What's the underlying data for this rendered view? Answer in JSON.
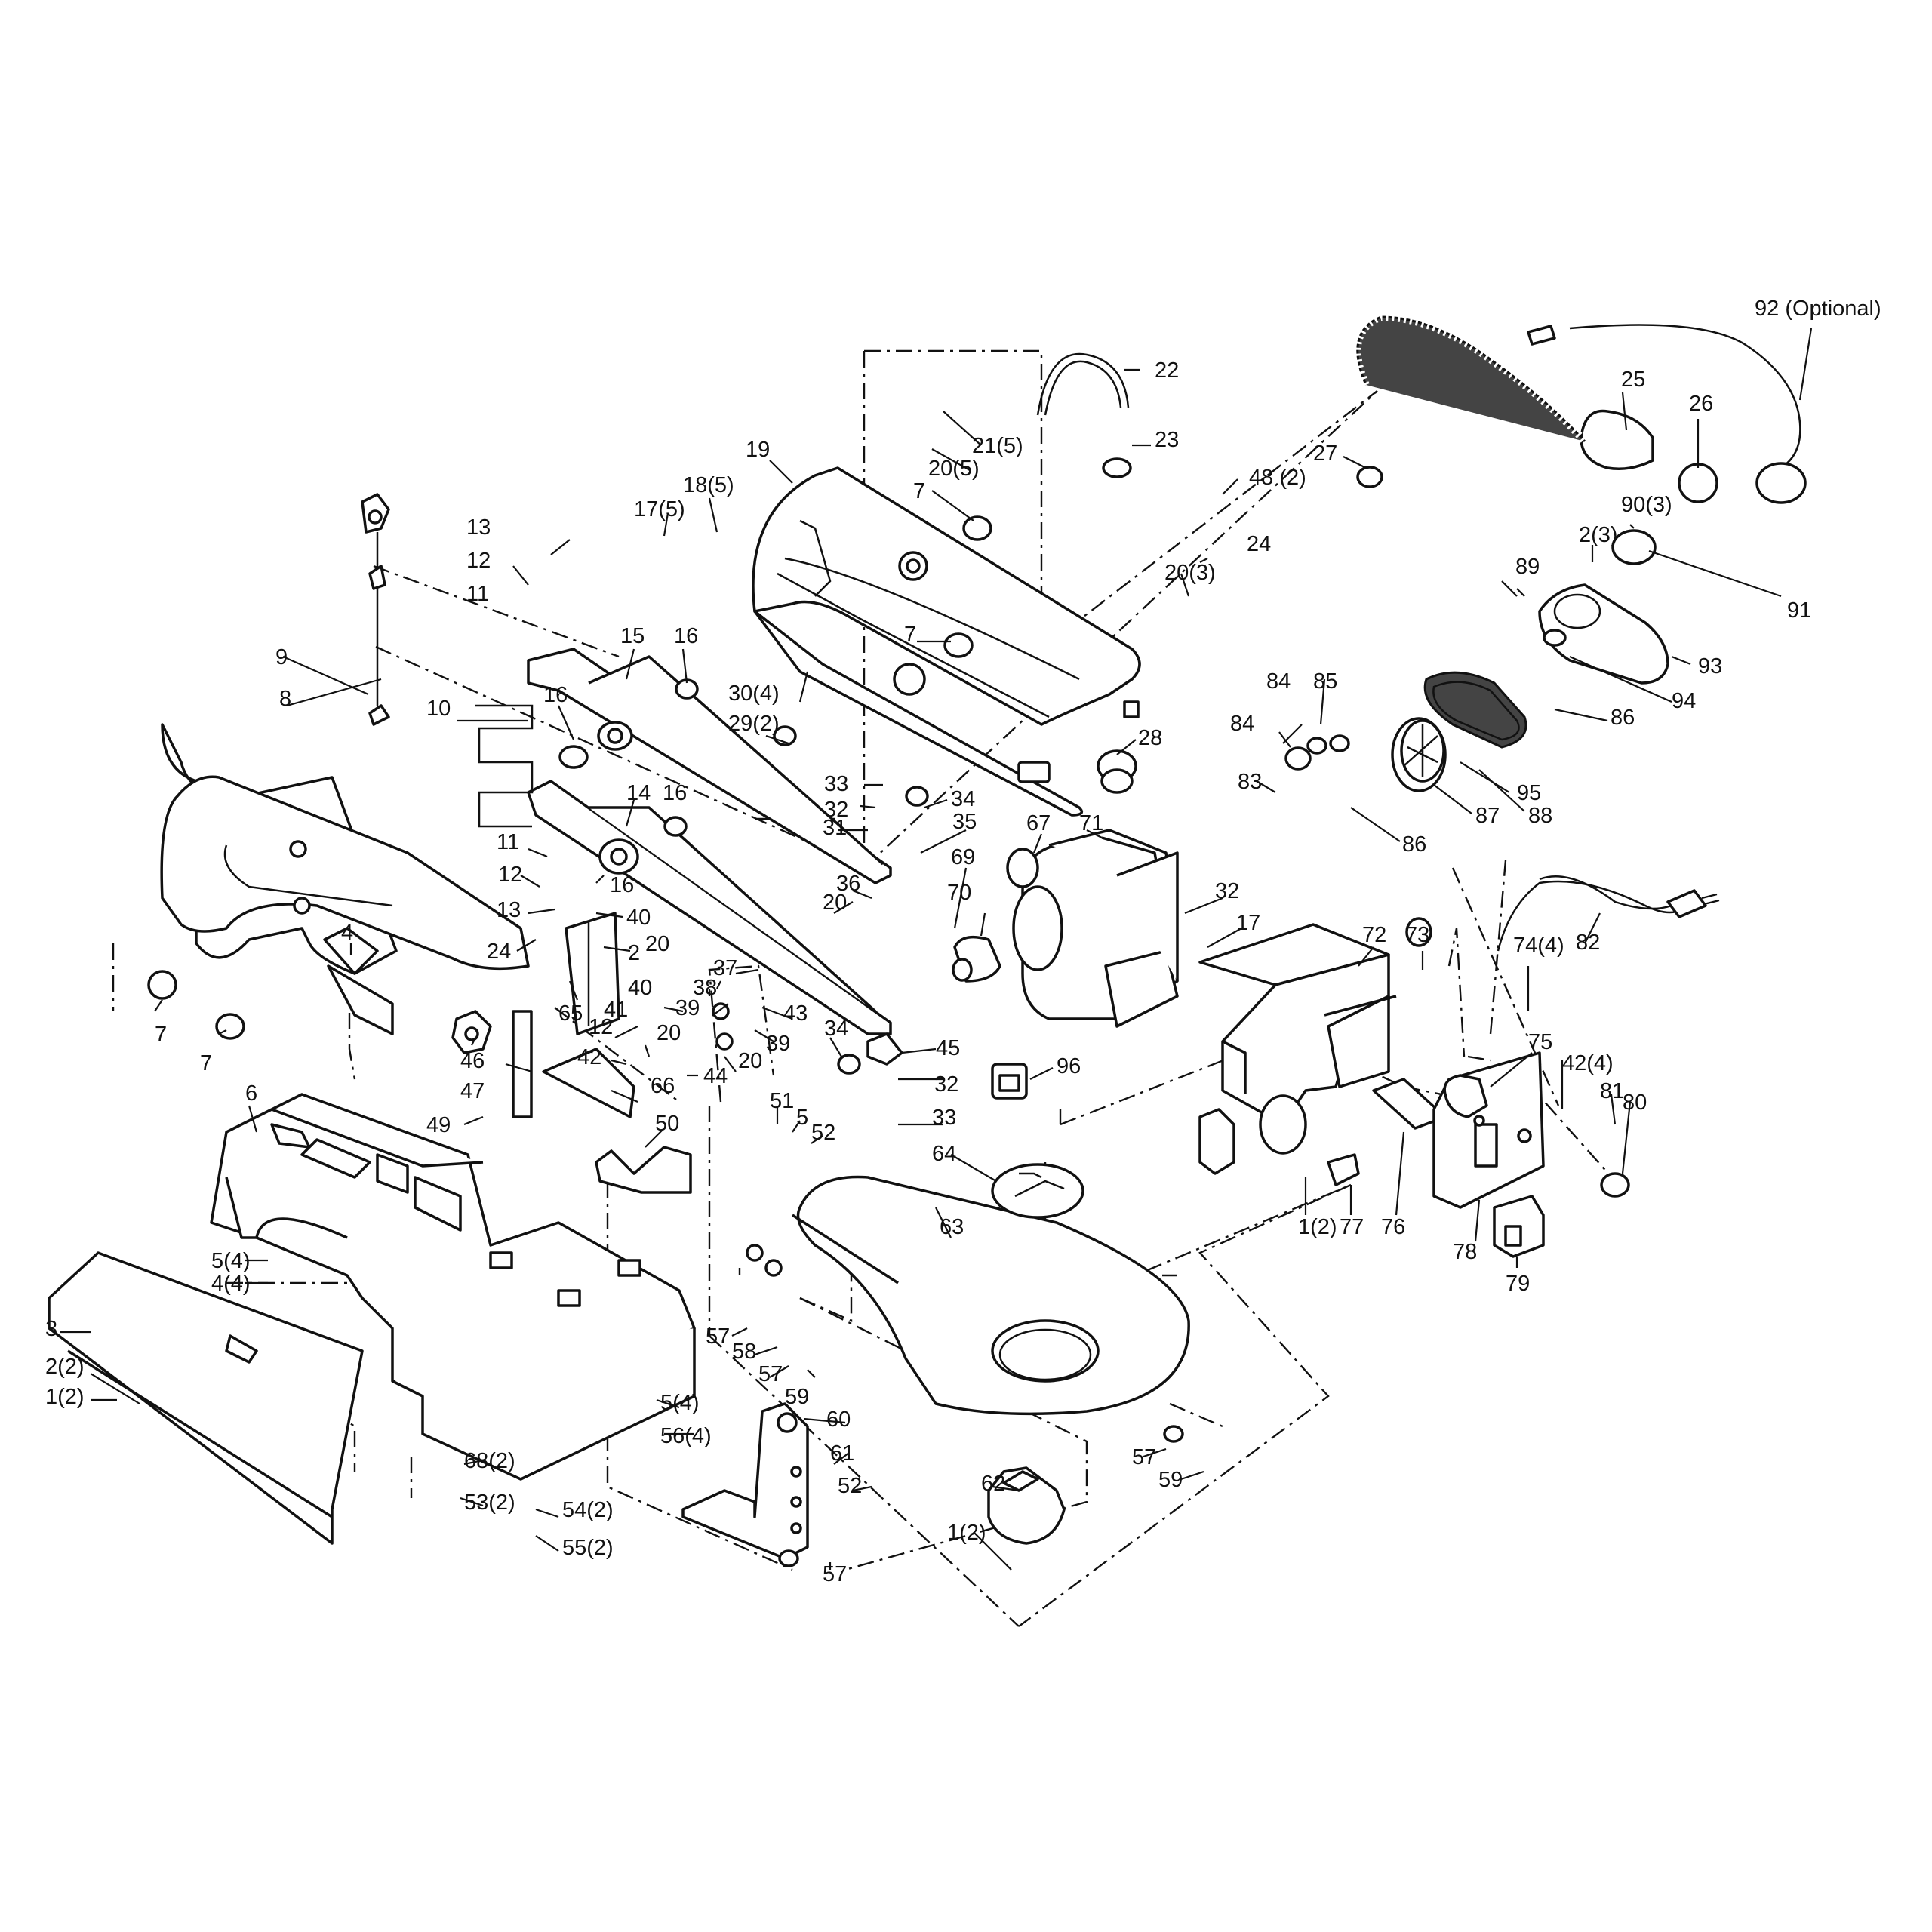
{
  "diagram": {
    "labels": [
      {
        "id": "l1",
        "text": "92 (Optional)"
      },
      {
        "id": "l2",
        "text": "22"
      },
      {
        "id": "l3",
        "text": "25"
      },
      {
        "id": "l4",
        "text": "26"
      },
      {
        "id": "l5",
        "text": "23"
      },
      {
        "id": "l6",
        "text": "21(5)"
      },
      {
        "id": "l7",
        "text": "20(5)"
      },
      {
        "id": "l8",
        "text": "19"
      },
      {
        "id": "l9",
        "text": "27"
      },
      {
        "id": "l10",
        "text": "48 (2)"
      },
      {
        "id": "l11",
        "text": "18(5)"
      },
      {
        "id": "l12",
        "text": "7"
      },
      {
        "id": "l13",
        "text": "17(5)"
      },
      {
        "id": "l14",
        "text": "90(3)"
      },
      {
        "id": "l15",
        "text": "2(3)"
      },
      {
        "id": "l16",
        "text": "20(3)"
      },
      {
        "id": "l17",
        "text": "24"
      },
      {
        "id": "l18",
        "text": "91"
      },
      {
        "id": "l19",
        "text": "13"
      },
      {
        "id": "l20",
        "text": "12"
      },
      {
        "id": "l21",
        "text": "89"
      },
      {
        "id": "l22",
        "text": "11"
      },
      {
        "id": "l23",
        "text": "7"
      },
      {
        "id": "l24",
        "text": "93"
      },
      {
        "id": "l25",
        "text": "9"
      },
      {
        "id": "l26",
        "text": "15"
      },
      {
        "id": "l27",
        "text": "16"
      },
      {
        "id": "l28",
        "text": "85"
      },
      {
        "id": "l29",
        "text": "84"
      },
      {
        "id": "l30",
        "text": "94"
      },
      {
        "id": "l31",
        "text": "30(4)"
      },
      {
        "id": "l32",
        "text": "86"
      },
      {
        "id": "l33",
        "text": "8"
      },
      {
        "id": "l34",
        "text": "10"
      },
      {
        "id": "l35",
        "text": "16"
      },
      {
        "id": "l36",
        "text": "29(2)"
      },
      {
        "id": "l37",
        "text": "28"
      },
      {
        "id": "l38",
        "text": "84"
      },
      {
        "id": "l39",
        "text": "95"
      },
      {
        "id": "l40",
        "text": "83"
      },
      {
        "id": "l41",
        "text": "33"
      },
      {
        "id": "l42",
        "text": "32"
      },
      {
        "id": "l43",
        "text": "34"
      },
      {
        "id": "l44",
        "text": "88"
      },
      {
        "id": "l45",
        "text": "14"
      },
      {
        "id": "l46",
        "text": "16"
      },
      {
        "id": "l47",
        "text": "31"
      },
      {
        "id": "l48",
        "text": "87"
      },
      {
        "id": "l49",
        "text": "67"
      },
      {
        "id": "l50",
        "text": "71"
      },
      {
        "id": "l51",
        "text": "35"
      },
      {
        "id": "l52",
        "text": "86"
      },
      {
        "id": "l53",
        "text": "11"
      },
      {
        "id": "l54",
        "text": "69"
      },
      {
        "id": "l55",
        "text": "12"
      },
      {
        "id": "l56",
        "text": "16"
      },
      {
        "id": "l57",
        "text": "36"
      },
      {
        "id": "l58",
        "text": "32"
      },
      {
        "id": "l59",
        "text": "82"
      },
      {
        "id": "l60",
        "text": "13"
      },
      {
        "id": "l61",
        "text": "40"
      },
      {
        "id": "l62",
        "text": "70"
      },
      {
        "id": "l63",
        "text": "17"
      },
      {
        "id": "l64",
        "text": "72"
      },
      {
        "id": "l65",
        "text": "73"
      },
      {
        "id": "l66",
        "text": "4"
      },
      {
        "id": "l67",
        "text": "24"
      },
      {
        "id": "l68",
        "text": "20"
      },
      {
        "id": "l69",
        "text": "20"
      },
      {
        "id": "l70",
        "text": "74(4)"
      },
      {
        "id": "l71",
        "text": "2"
      },
      {
        "id": "l72",
        "text": "37"
      },
      {
        "id": "l73",
        "text": "38"
      },
      {
        "id": "l74",
        "text": "7"
      },
      {
        "id": "l75",
        "text": "39"
      },
      {
        "id": "l76",
        "text": "20"
      },
      {
        "id": "l77",
        "text": "40"
      },
      {
        "id": "l78",
        "text": "43"
      },
      {
        "id": "l79",
        "text": "65"
      },
      {
        "id": "l80",
        "text": "12"
      },
      {
        "id": "l81",
        "text": "41"
      },
      {
        "id": "l82",
        "text": "7"
      },
      {
        "id": "l83",
        "text": "46"
      },
      {
        "id": "l84",
        "text": "42"
      },
      {
        "id": "l85",
        "text": "39"
      },
      {
        "id": "l86",
        "text": "20"
      },
      {
        "id": "l87",
        "text": "34"
      },
      {
        "id": "l88",
        "text": "45"
      },
      {
        "id": "l89",
        "text": "75"
      },
      {
        "id": "l90",
        "text": "42(4)"
      },
      {
        "id": "l91",
        "text": "47"
      },
      {
        "id": "l92",
        "text": "44"
      },
      {
        "id": "l93",
        "text": "96"
      },
      {
        "id": "l94",
        "text": "66"
      },
      {
        "id": "l95",
        "text": "32"
      },
      {
        "id": "l96",
        "text": "81"
      },
      {
        "id": "l97",
        "text": "80"
      },
      {
        "id": "l98",
        "text": "6"
      },
      {
        "id": "l99",
        "text": "51"
      },
      {
        "id": "l100",
        "text": "5"
      },
      {
        "id": "l101",
        "text": "52"
      },
      {
        "id": "l102",
        "text": "33"
      },
      {
        "id": "l103",
        "text": "49"
      },
      {
        "id": "l104",
        "text": "50"
      },
      {
        "id": "l105",
        "text": "64"
      },
      {
        "id": "l106",
        "text": "63"
      },
      {
        "id": "l107",
        "text": "1(2)"
      },
      {
        "id": "l108",
        "text": "77"
      },
      {
        "id": "l109",
        "text": "76"
      },
      {
        "id": "l110",
        "text": "78"
      },
      {
        "id": "l111",
        "text": "5(4)"
      },
      {
        "id": "l112",
        "text": "4(4)"
      },
      {
        "id": "l113",
        "text": "79"
      },
      {
        "id": "l114",
        "text": "3"
      },
      {
        "id": "l115",
        "text": "57"
      },
      {
        "id": "l116",
        "text": "58"
      },
      {
        "id": "l117",
        "text": "2(2)"
      },
      {
        "id": "l118",
        "text": "57"
      },
      {
        "id": "l119",
        "text": "59"
      },
      {
        "id": "l120",
        "text": "1(2)"
      },
      {
        "id": "l121",
        "text": "5(4)"
      },
      {
        "id": "l122",
        "text": "56(4)"
      },
      {
        "id": "l123",
        "text": "60"
      },
      {
        "id": "l124",
        "text": "57"
      },
      {
        "id": "l125",
        "text": "61"
      },
      {
        "id": "l126",
        "text": "68(2)"
      },
      {
        "id": "l127",
        "text": "59"
      },
      {
        "id": "l128",
        "text": "52"
      },
      {
        "id": "l129",
        "text": "62"
      },
      {
        "id": "l130",
        "text": "53(2)"
      },
      {
        "id": "l131",
        "text": "54(2)"
      },
      {
        "id": "l132",
        "text": "1(2)"
      },
      {
        "id": "l133",
        "text": "55(2)"
      },
      {
        "id": "l134",
        "text": "57"
      }
    ]
  }
}
